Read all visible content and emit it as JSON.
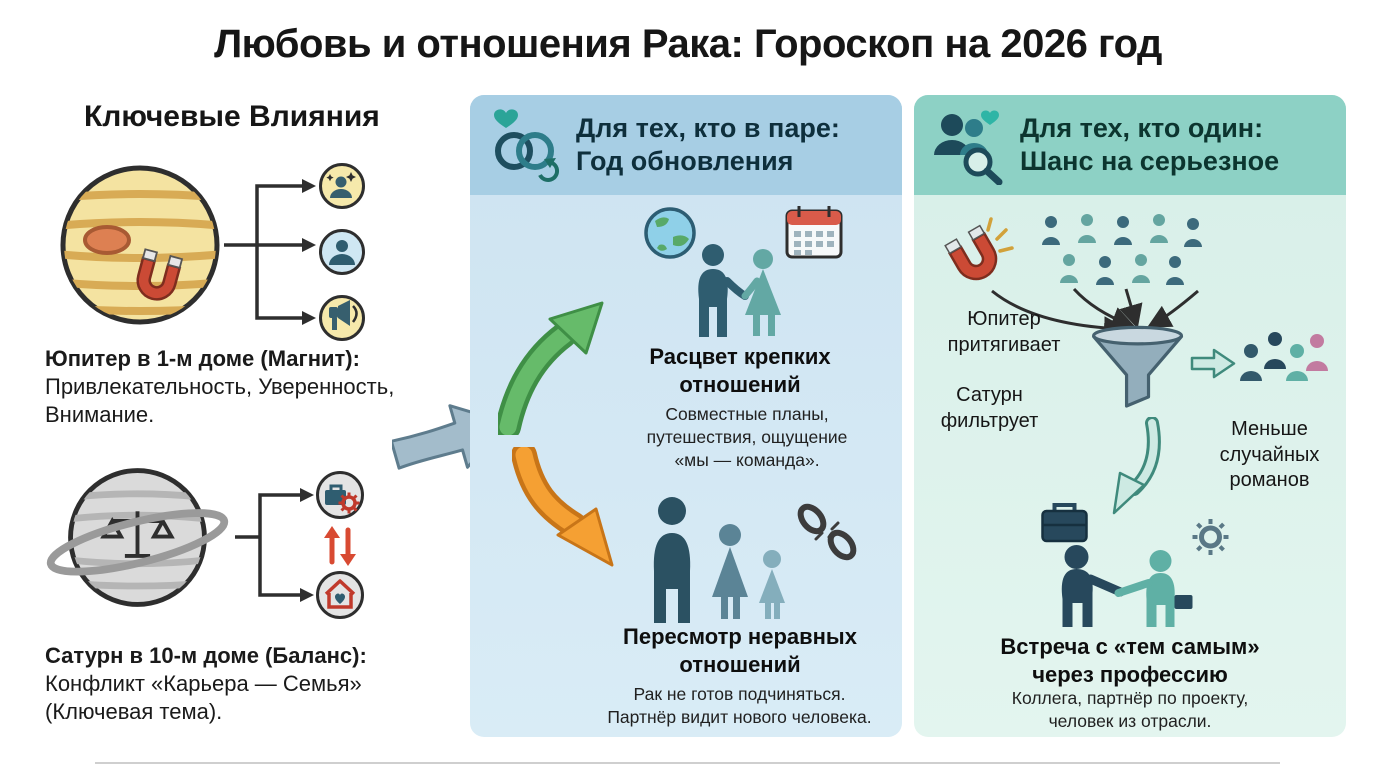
{
  "title": "Любовь и отношения Рака: Гороскоп на 2026 год",
  "influences": {
    "heading": "Ключевые Влияния",
    "jupiter": {
      "label": "Юпитер в 1-м доме (Магнит):",
      "text": "Привлекательность, Уверенность, Внимание."
    },
    "saturn": {
      "label": "Сатурн в 10-м доме (Баланс):",
      "text": "Конфликт «Карьера — Семья» (Ключевая тема)."
    }
  },
  "couple_panel": {
    "title_line1": "Для тех, кто в паре:",
    "title_line2": "Год обновления",
    "positive": {
      "heading": "Расцвет крепких отношений",
      "text": "Совместные планы, путешествия, ощущение «мы — команда»."
    },
    "negative": {
      "heading": "Пересмотр неравных отношений",
      "text": "Рак не готов подчиняться. Партнёр видит нового человека."
    }
  },
  "single_panel": {
    "title_line1": "Для тех, кто один:",
    "title_line2": "Шанс на серьезное",
    "jupiter_label": "Юпитер притягивает",
    "saturn_label": "Сатурн фильтрует",
    "result_label": "Меньше случайных романов",
    "meeting": {
      "heading": "Встреча с «тем самым» через профессию",
      "text": "Коллега, партнёр по проекту, человек из отрасли."
    }
  },
  "icons": {
    "jupiter": "jupiter-planet-with-magnet",
    "saturn": "saturn-planet-with-scales",
    "couple_header": "wedding-rings-renewal",
    "single_header": "people-search-heart",
    "positive_arrow": "green-up-arrow",
    "negative_arrow": "orange-down-arrow"
  },
  "colors": {
    "couple_panel_bg": "#cde3f1",
    "couple_header_bg": "#a7cee4",
    "single_panel_bg": "#d7efe8",
    "single_header_bg": "#8dd1c5",
    "positive_arrow": "#66bb6a",
    "negative_arrow": "#f5a033",
    "flow_arrow": "#a3bccb",
    "magnet_red": "#cb4a35",
    "figure_dark_teal": "#2f5d70",
    "figure_light_teal": "#63a8a4"
  }
}
